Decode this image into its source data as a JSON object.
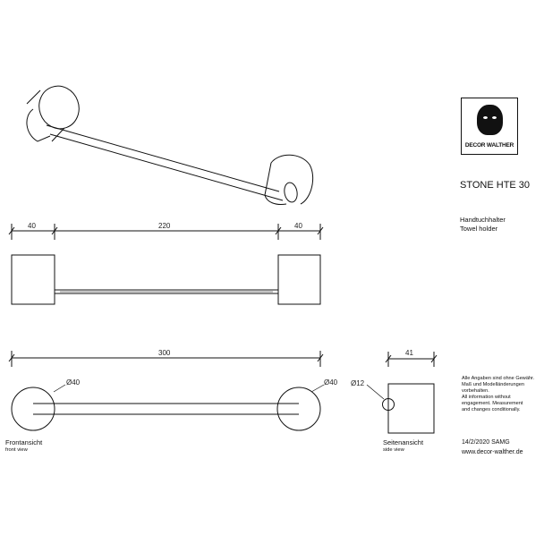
{
  "brand": {
    "logo_text": "DECOR WALTHER",
    "website": "www.decor-walther.de"
  },
  "product": {
    "name": "STONE HTE 30",
    "type_de": "Handtuchhalter",
    "type_en": "Towel holder"
  },
  "dimensions": {
    "top_left": "40",
    "top_middle": "220",
    "top_right": "40",
    "overall": "300",
    "diameter_left": "Ø40",
    "diameter_right": "Ø40",
    "side_bar_diameter": "Ø12",
    "side_depth": "41"
  },
  "views": {
    "front_de": "Frontansicht",
    "front_en": "front view",
    "side_de": "Seitenansicht",
    "side_en": "side view"
  },
  "notes": [
    "Alle Angaben sind ohne Gewähr.",
    "Maß und Modelländerungen",
    "vorbehalten.",
    "All information without",
    "engagement. Measurement",
    "and changes conditionally."
  ],
  "date_code": "14/2/2020 SAMG"
}
